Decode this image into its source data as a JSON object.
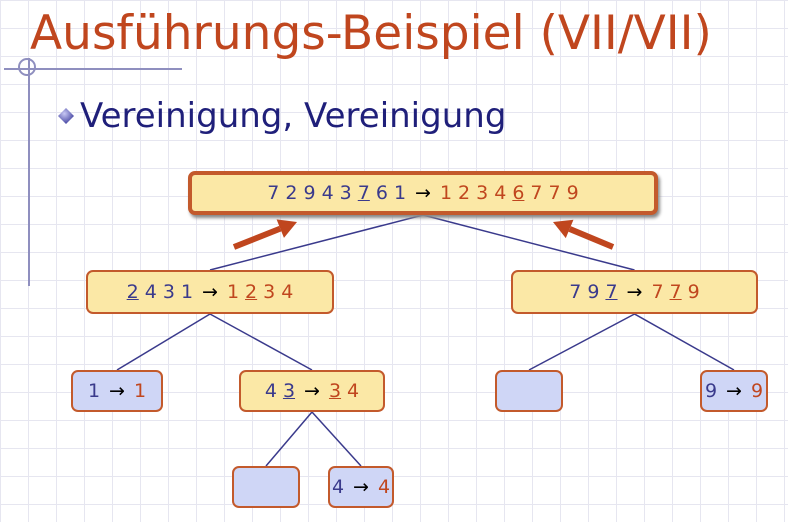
{
  "slide": {
    "title": "Ausführungs-Beispiel (VII/VII)",
    "bullet": "Vereinigung, Vereinigung"
  },
  "colors": {
    "title": "#c0461e",
    "input_digit": "#3a3a8c",
    "output_digit": "#c0461e",
    "connector": "#3a3a8c",
    "big_arrow": "#c0461e",
    "bullet_text": "#1f1f7a"
  },
  "arrow_symbol": "→",
  "nodes": [
    {
      "id": "root",
      "state": "sorted",
      "input": [
        "7",
        "2",
        "9",
        "4",
        "3",
        "7",
        "6",
        "1"
      ],
      "input_ul": [
        5
      ],
      "output": [
        "1",
        "2",
        "3",
        "4",
        "6",
        "7",
        "7",
        "9"
      ],
      "output_ul": [
        4
      ]
    },
    {
      "id": "left",
      "state": "sorted",
      "input": [
        "2",
        "4",
        "3",
        "1"
      ],
      "input_ul": [
        0
      ],
      "output": [
        "1",
        "2",
        "3",
        "4"
      ],
      "output_ul": [
        1
      ]
    },
    {
      "id": "right",
      "state": "sorted",
      "input": [
        "7",
        "9",
        "7"
      ],
      "input_ul": [
        2
      ],
      "output": [
        "7",
        "7",
        "9"
      ],
      "output_ul": [
        1
      ]
    },
    {
      "id": "left-left",
      "state": "pending",
      "input": [
        "1"
      ],
      "input_ul": [],
      "output": [
        "1"
      ],
      "output_ul": []
    },
    {
      "id": "left-right",
      "state": "sorted",
      "input": [
        "4",
        "3"
      ],
      "input_ul": [
        1
      ],
      "output": [
        "3",
        "4"
      ],
      "output_ul": [
        0
      ]
    },
    {
      "id": "right-left",
      "state": "empty",
      "input": [],
      "input_ul": [],
      "output": [],
      "output_ul": []
    },
    {
      "id": "right-right",
      "state": "pending",
      "input": [
        "9"
      ],
      "input_ul": [],
      "output": [
        "9"
      ],
      "output_ul": []
    },
    {
      "id": "left-right-left",
      "state": "empty",
      "input": [],
      "input_ul": [],
      "output": [],
      "output_ul": []
    },
    {
      "id": "left-right-right",
      "state": "pending",
      "input": [
        "4"
      ],
      "input_ul": [],
      "output": [
        "4"
      ],
      "output_ul": []
    }
  ],
  "edges": [
    [
      "root",
      "left"
    ],
    [
      "root",
      "right"
    ],
    [
      "left",
      "left-left"
    ],
    [
      "left",
      "left-right"
    ],
    [
      "right",
      "right-left"
    ],
    [
      "right",
      "right-right"
    ],
    [
      "left-right",
      "left-right-left"
    ],
    [
      "left-right",
      "left-right-right"
    ]
  ]
}
